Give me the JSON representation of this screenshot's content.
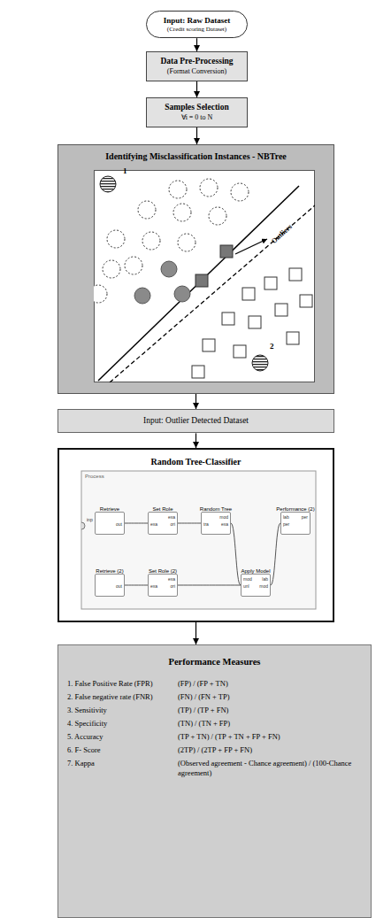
{
  "diagram": {
    "nodes": [
      {
        "text": [
          "Input: Raw Dataset",
          "(Credit scoring Dataset)"
        ]
      },
      {
        "text": [
          "Data Pre-Processing",
          "(Format Conversion)"
        ]
      },
      {
        "text": [
          "Samples Selection",
          "∀i = 0 to N"
        ]
      },
      {
        "text": [
          "Identifying Misclassification Instances - NBTree"
        ]
      },
      {
        "text": [
          "Input: Outlier Detected Dataset"
        ]
      },
      {
        "text": [
          "Random Tree-Classifier"
        ]
      },
      {
        "text": [
          "Retrieve"
        ],
        "in": 5
      },
      {
        "text": [
          "Set Role"
        ],
        "in": 5
      },
      {
        "text": [
          "Random Tree"
        ],
        "in": 5
      },
      {
        "text": [
          "Performance (2)"
        ],
        "in": 5
      },
      {
        "text": [
          "Retrieve (2)"
        ],
        "in": 5
      },
      {
        "text": [
          "Set Role (2)"
        ],
        "in": 5
      },
      {
        "text": [
          "Apply Model"
        ],
        "in": 5
      },
      {
        "text": [
          "Performance Measures",
          "1. False Positive Rate (FPR)",
          "(FP) / (FP + TN)",
          "2. False negative rate (FNR)",
          "(FN) / (FN + TP)",
          "3. Sensitivity",
          "(TP) / (TP + FN)",
          "4. Specificity",
          "(TN) / (TN + FP)",
          "5. Accuracy",
          "(TP + TN) / (TP + TN + FP + FN)",
          "6. F- Score",
          "(2TP) / (2TP + FP + FN)",
          "7. Kappa",
          "(Observed agreement - Chance agreement) / (100-Chance agreement)"
        ]
      }
    ],
    "edges": [
      {
        "from": 0,
        "to": 1,
        "arrow": "to"
      },
      {
        "from": 1,
        "to": 2,
        "arrow": "to"
      },
      {
        "from": 2,
        "to": 3,
        "arrow": "to"
      },
      {
        "from": 3,
        "to": 4,
        "arrow": "to"
      },
      {
        "from": 4,
        "to": 5,
        "arrow": "to"
      },
      {
        "from": 5,
        "to": 13,
        "arrow": "to"
      },
      {
        "from": 6,
        "to": 7,
        "arrow": "none"
      },
      {
        "from": 7,
        "to": 8,
        "arrow": "none"
      },
      {
        "from": 8,
        "to": 12,
        "arrow": "none"
      },
      {
        "from": 10,
        "to": 11,
        "arrow": "none"
      },
      {
        "from": 11,
        "to": 12,
        "arrow": "none"
      },
      {
        "from": 12,
        "to": 9,
        "arrow": "none"
      }
    ],
    "labels": [
      "1",
      "2",
      "Outliers",
      "Process",
      "inp",
      "out",
      "exa",
      "exa",
      "ori",
      "tra",
      "mod",
      "exa",
      "lab",
      "per",
      "per",
      "out",
      "exa",
      "exa",
      "ori",
      "mod",
      "unl",
      "lab",
      "mod"
    ]
  }
}
